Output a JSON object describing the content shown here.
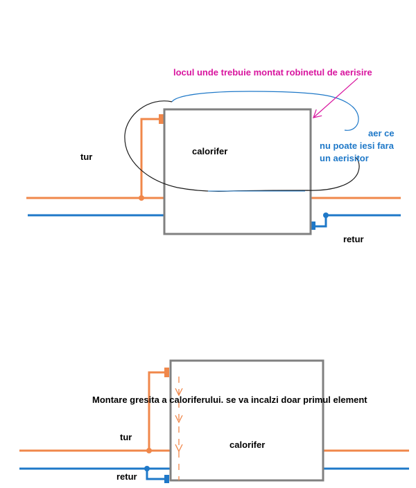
{
  "colors": {
    "supply_pipe": "#f0874a",
    "return_pipe": "#1e78c8",
    "radiator_border": "#808080",
    "air_outline_blue": "#1e78c8",
    "air_outline_dark": "#1a1a1a",
    "annotation_pink": "#d8149e",
    "annotation_blue": "#1e78c8",
    "text": "#000000"
  },
  "top_diagram": {
    "radiator_label": "calorifer",
    "supply_label": "tur",
    "return_label": "retur",
    "vent_annotation": "locul unde trebuie montat robinetul de aerisire",
    "air_note_line1": "aer ce",
    "air_note_line2": "nu poate iesi fara",
    "air_note_line3": "un aerisitor"
  },
  "bottom_diagram": {
    "radiator_label": "calorifer",
    "supply_label": "tur",
    "return_label": "retur",
    "warning": "Montare gresita a caloriferului. se va incalzi doar primul element"
  }
}
